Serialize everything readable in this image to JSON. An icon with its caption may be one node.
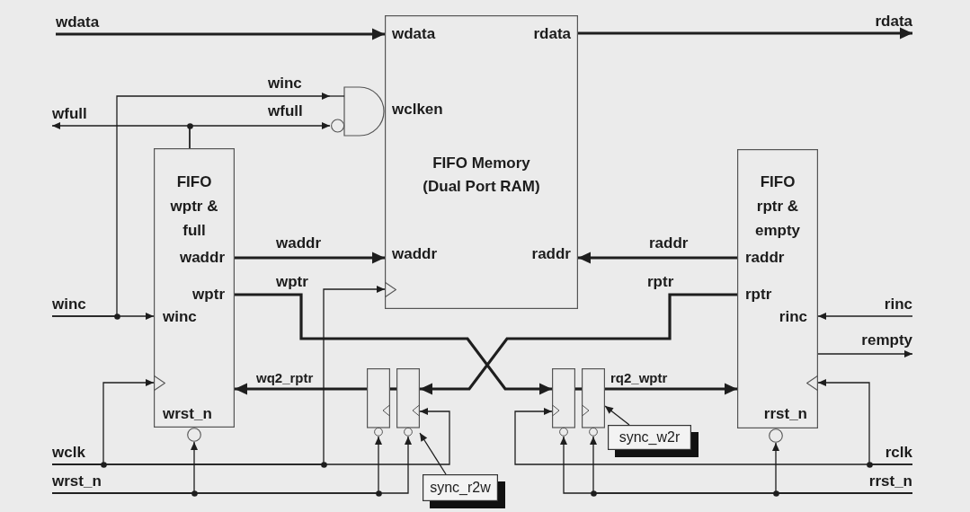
{
  "diagram": {
    "nodes": [
      {
        "text": [
          "wdata"
        ]
      },
      {
        "text": [
          "wdata",
          "rdata",
          "wclken",
          "FIFO Memory (Dual Port RAM)",
          "waddr",
          "raddr"
        ]
      },
      {
        "text": [
          "rdata"
        ]
      },
      {
        "text": [],
        "shape": "gate"
      },
      {
        "text": [
          "wfull"
        ]
      },
      {
        "text": [
          "FIFO wptr & full",
          "waddr",
          "wptr",
          "winc",
          "wrst_n"
        ]
      },
      {
        "text": [
          "FIFO rptr & empty",
          "raddr",
          "rptr",
          "rinc",
          "rrst_n"
        ]
      },
      {
        "text": [
          "winc"
        ]
      },
      {
        "text": [
          "rinc"
        ]
      },
      {
        "text": [
          "rempty"
        ]
      },
      {
        "text": [],
        "shape": "box"
      },
      {
        "text": [],
        "shape": "box"
      },
      {
        "text": [],
        "shape": "box"
      },
      {
        "text": [],
        "shape": "box"
      },
      {
        "text": [
          "sync_w2r"
        ]
      },
      {
        "text": [
          "wclk"
        ]
      },
      {
        "text": [
          "rclk"
        ]
      },
      {
        "text": [
          "wrst_n"
        ]
      },
      {
        "text": [
          "sync_r2w"
        ]
      },
      {
        "text": [
          "rrst_n"
        ]
      }
    ],
    "edges": [
      {
        "from": 0,
        "to": 1,
        "arrow": "to",
        "style": "thick"
      },
      {
        "from": 1,
        "to": 2,
        "arrow": "to",
        "style": "thick"
      },
      {
        "from": 7,
        "to": 3,
        "arrow": "to",
        "label": "winc"
      },
      {
        "from": 5,
        "to": 4,
        "arrow": "to"
      },
      {
        "from": 5,
        "to": 3,
        "arrow": "to",
        "label": "wfull"
      },
      {
        "from": 5,
        "to": 1,
        "arrow": "to",
        "label": "waddr",
        "style": "thick"
      },
      {
        "from": 6,
        "to": 1,
        "arrow": "to",
        "label": "raddr",
        "style": "thick"
      },
      {
        "from": 7,
        "to": 5,
        "arrow": "to"
      },
      {
        "from": 5,
        "to": 12,
        "arrow": "to",
        "label": "wptr",
        "style": "thick"
      },
      {
        "from": 6,
        "to": 11,
        "arrow": "to",
        "label": "rptr",
        "style": "thick"
      },
      {
        "from": 8,
        "to": 6,
        "arrow": "to"
      },
      {
        "from": 6,
        "to": 9,
        "arrow": "to"
      },
      {
        "from": 11,
        "to": 10,
        "arrow": "none",
        "style": "thick"
      },
      {
        "from": 10,
        "to": 5,
        "arrow": "to",
        "label": "wq2_rptr",
        "style": "thick"
      },
      {
        "from": 12,
        "to": 13,
        "arrow": "none",
        "style": "thick"
      },
      {
        "from": 13,
        "to": 6,
        "arrow": "to",
        "label": "rq2_wptr",
        "style": "thick"
      },
      {
        "from": 14,
        "to": 13,
        "arrow": "to"
      },
      {
        "from": 15,
        "to": 5,
        "arrow": "to"
      },
      {
        "from": 15,
        "to": 1,
        "arrow": "to"
      },
      {
        "from": 15,
        "to": 11,
        "arrow": "to"
      },
      {
        "from": 16,
        "to": 6,
        "arrow": "to"
      },
      {
        "from": 16,
        "to": 12,
        "arrow": "to"
      },
      {
        "from": 17,
        "to": 5,
        "arrow": "to"
      },
      {
        "from": 17,
        "to": 10,
        "arrow": "to"
      },
      {
        "from": 17,
        "to": 11,
        "arrow": "to"
      },
      {
        "from": 18,
        "to": 11,
        "arrow": "to"
      },
      {
        "from": 19,
        "to": 6,
        "arrow": "to"
      },
      {
        "from": 19,
        "to": 12,
        "arrow": "to"
      },
      {
        "from": 19,
        "to": 13,
        "arrow": "to"
      }
    ]
  }
}
